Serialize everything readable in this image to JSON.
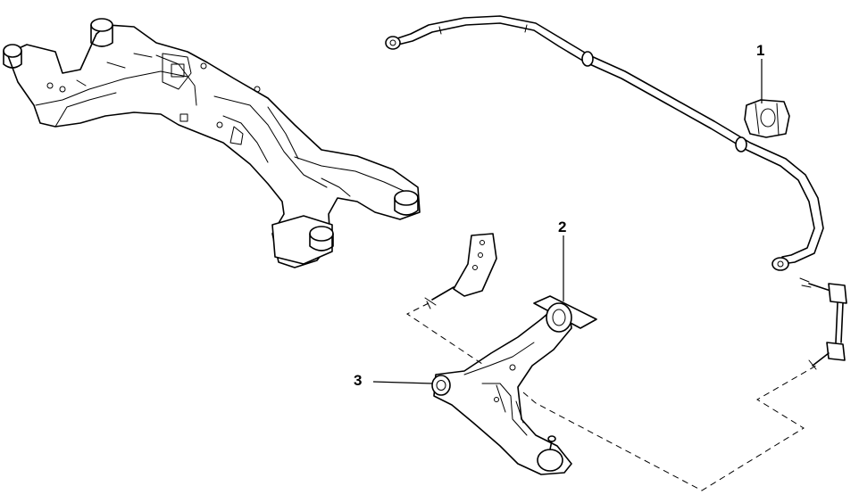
{
  "callouts": [
    {
      "id": "1",
      "label": "1",
      "part": "stabilizer-bushing"
    },
    {
      "id": "2",
      "label": "2",
      "part": "lower-arm-rear-bushing"
    },
    {
      "id": "3",
      "label": "3",
      "part": "lower-arm-front-bushing"
    }
  ],
  "colors": {
    "line": "#000000",
    "background": "#ffffff"
  }
}
